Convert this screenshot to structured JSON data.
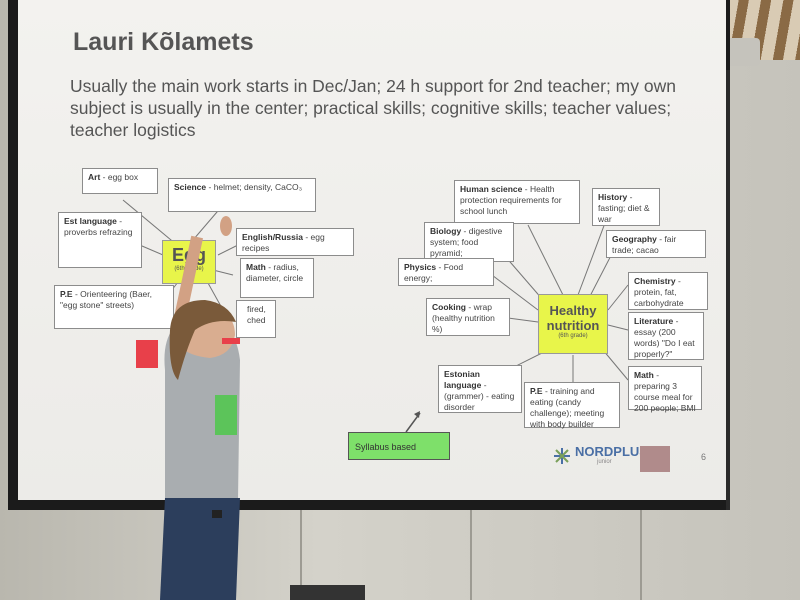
{
  "slide": {
    "title": "Lauri Kõlamets",
    "subtitle": "Usually the main work starts in Dec/Jan; 24 h support for 2nd teacher; my own subject is usually in the center; practical skills; cognitive skills; teacher values; teacher logistics",
    "page_number": "6"
  },
  "egg_map": {
    "center_label": "Egg",
    "center_sub": "(6th grade)",
    "nodes": {
      "art": {
        "title": "Art",
        "text": "- egg box"
      },
      "science": {
        "title": "Science",
        "text": "- helmet; density, CaCO₃"
      },
      "english": {
        "title": "English/Russia",
        "text": "- egg recipes"
      },
      "est_language": {
        "title": "Est language",
        "text": "- proverbs refrazing"
      },
      "math": {
        "title": "Math",
        "text": "- radius, diameter, circle"
      },
      "pe": {
        "title": "P.E",
        "text": "- Orienteering (Baer, \"egg stone\" streets)"
      },
      "partial": {
        "text": "fired, ched"
      }
    }
  },
  "nutrition_map": {
    "center_label": "Healthy nutrition",
    "center_sub": "(6th grade)",
    "nodes": {
      "human_science": {
        "title": "Human science",
        "text": "- Health protection requirements for school lunch"
      },
      "history": {
        "title": "History",
        "text": "- fasting; diet & war"
      },
      "biology": {
        "title": "Biology",
        "text": "- digestive system; food pyramid;"
      },
      "geography": {
        "title": "Geography",
        "text": "- fair trade; cacao"
      },
      "physics": {
        "title": "Physics",
        "text": "- Food energy;"
      },
      "chemistry": {
        "title": "Chemistry",
        "text": "- protein, fat, carbohydrate"
      },
      "cooking": {
        "title": "Cooking",
        "text": "- wrap (healthy nutrition %)"
      },
      "literature": {
        "title": "Literature",
        "text": "- essay (200 words) \"Do I eat properly?\""
      },
      "estonian": {
        "title": "Estonian language",
        "text": "- (grammer) - eating disorder"
      },
      "math": {
        "title": "Math",
        "text": "- preparing 3 course meal for 200 people; BMI"
      },
      "pe": {
        "title": "P.E",
        "text": "- training and eating (candy challenge); meeting with body builder"
      }
    }
  },
  "syllabus_label": "Syllabus based",
  "logo": {
    "name": "NORDPLUS",
    "sub": "junior"
  },
  "colors": {
    "center_yellow": "#e8f54a",
    "syllabus_green": "#7ee06a",
    "screen": "#f0efec"
  }
}
